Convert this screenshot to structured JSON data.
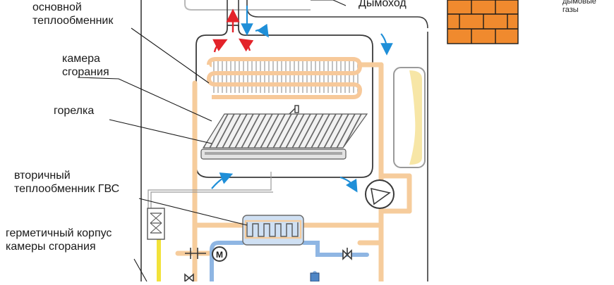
{
  "labels": {
    "main_heat_exchanger": [
      "основной",
      "теплообменник"
    ],
    "combustion_chamber": [
      "камера",
      "сгорания"
    ],
    "burner": "горелка",
    "secondary_heat_exchanger": [
      "вторичный",
      "теплообменник ГВС"
    ],
    "sealed_housing": [
      "герметичный корпус",
      "камеры сгорания"
    ],
    "chimney": "Дымоход",
    "flue_gases": [
      "дымовые",
      "газы"
    ]
  },
  "symbols": {
    "motor": "M"
  },
  "colors": {
    "pipe_heating": "#f6cc9c",
    "pipe_cold": "#8fb6e3",
    "pipe_gas": "#f2e23a",
    "hot_arrow": "#e3232a",
    "cold_arrow": "#1f8fd8",
    "brick": "#f08a2e",
    "heat_exchanger": "#f7c99a",
    "outline": "#3a3a3a"
  }
}
